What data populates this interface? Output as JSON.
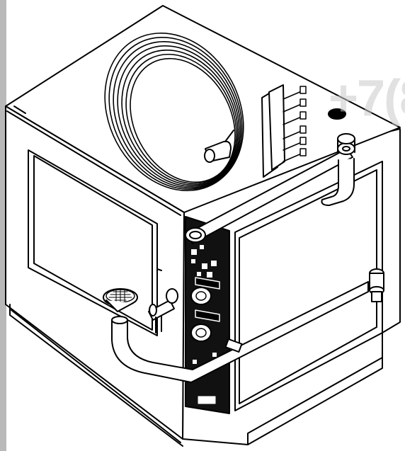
{
  "watermark": {
    "text": "+7(8"
  },
  "colors": {
    "line": "#000000",
    "fill": "#ffffff",
    "band": "#b9b9b9",
    "panel": "#111111",
    "watermark": "#c8c8c8"
  },
  "parts": [
    {
      "name": "oven-body",
      "label": ""
    },
    {
      "name": "oven-door-window",
      "label": ""
    },
    {
      "name": "control-panel",
      "label": ""
    },
    {
      "name": "water-hose-coil",
      "label": ""
    },
    {
      "name": "drain-pipe",
      "label": ""
    },
    {
      "name": "vent-pipe",
      "label": ""
    },
    {
      "name": "drain-strainer",
      "label": ""
    },
    {
      "name": "water-inlet-valve",
      "label": ""
    }
  ]
}
